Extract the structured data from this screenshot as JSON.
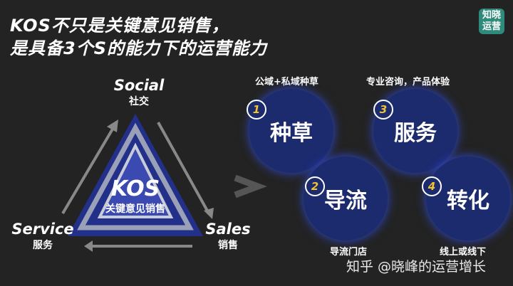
{
  "title": {
    "line1": "KOS不只是关键意见销售，",
    "line2": "是具备3个S的能力下的运营能力"
  },
  "logo": {
    "line1": "知晓",
    "line2": "运营"
  },
  "triangle": {
    "center_en": "KOS",
    "center_zh": "关键意见销售",
    "top": {
      "en": "Social",
      "zh": "社交"
    },
    "left": {
      "en": "Service",
      "zh": "服务"
    },
    "right": {
      "en": "Sales",
      "zh": "销售"
    }
  },
  "arrow_symbol": ">",
  "circles": [
    {
      "num": "1",
      "label": "种草",
      "caption": "公域+私域种草"
    },
    {
      "num": "3",
      "label": "服务",
      "caption": "专业咨询，产品体验"
    },
    {
      "num": "2",
      "label": "导流",
      "caption": "导流门店"
    },
    {
      "num": "4",
      "label": "转化",
      "caption": "线上或线下"
    }
  ],
  "watermark": "知乎 @晓峰的运营增长",
  "colors": {
    "background": "#232323",
    "circle": "#1c2a6e",
    "number": "#f2c230",
    "logo": "#2e8a7a"
  }
}
